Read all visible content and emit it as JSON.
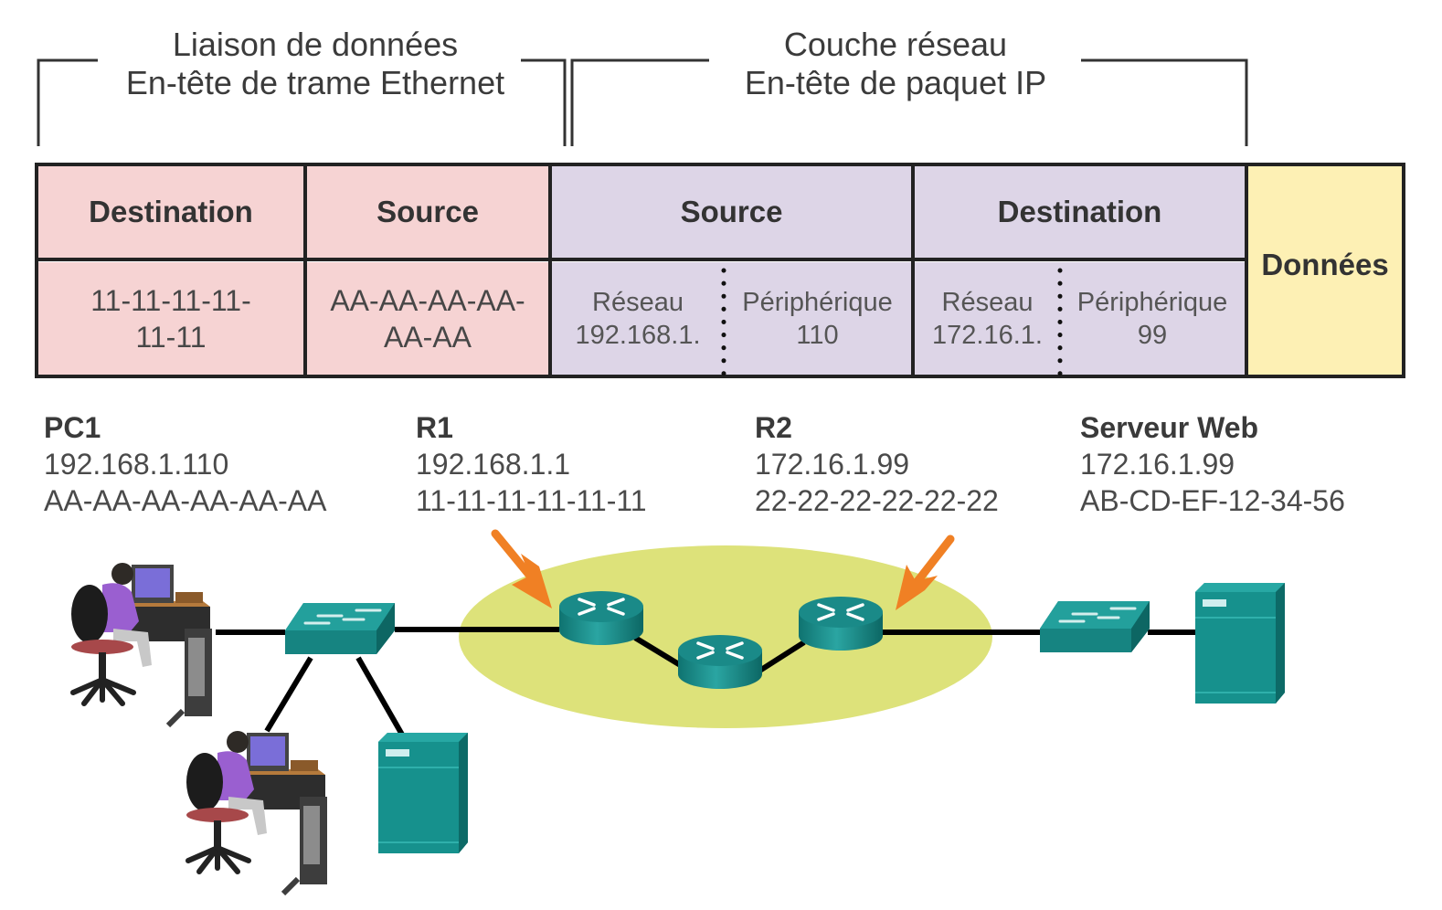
{
  "brackets": {
    "data_link": {
      "line1": "Liaison de données",
      "line2": "En-tête de trame Ethernet"
    },
    "network": {
      "line1": "Couche réseau",
      "line2": "En-tête de paquet IP"
    }
  },
  "frame": {
    "ethernet": {
      "destination": {
        "header": "Destination",
        "value_line1": "11-11-11-11-",
        "value_line2": "11-11"
      },
      "source": {
        "header": "Source",
        "value_line1": "AA-AA-AA-AA-",
        "value_line2": "AA-AA"
      }
    },
    "ip": {
      "source": {
        "header": "Source",
        "network_label": "Réseau",
        "network_value": "192.168.1.",
        "device_label": "Périphérique",
        "device_value": "110"
      },
      "destination": {
        "header": "Destination",
        "network_label": "Réseau",
        "network_value": "172.16.1.",
        "device_label": "Périphérique",
        "device_value": "99"
      }
    },
    "data": {
      "label": "Données"
    }
  },
  "devices": [
    {
      "name": "PC1",
      "ip": "192.168.1.110",
      "mac": "AA-AA-AA-AA-AA-AA"
    },
    {
      "name": "R1",
      "ip": "192.168.1.1",
      "mac": "11-11-11-11-11-11"
    },
    {
      "name": "R2",
      "ip": "172.16.1.99",
      "mac": "22-22-22-22-22-22"
    },
    {
      "name": "Serveur Web",
      "ip": "172.16.1.99",
      "mac": "AB-CD-EF-12-34-56"
    }
  ],
  "colors": {
    "ethernet_fill": "#f6d3d3",
    "ip_fill": "#ddd5e7",
    "data_fill": "#fdf0b4",
    "network_cloud": "#dde27a",
    "device_teal": "#1a8f8c",
    "arrow_orange": "#f08024"
  }
}
